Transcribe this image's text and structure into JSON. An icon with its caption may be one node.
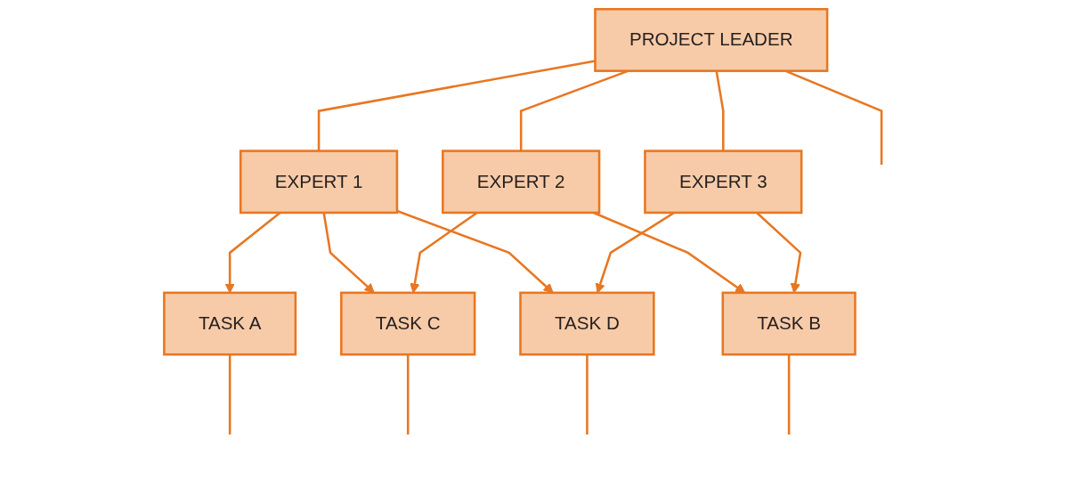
{
  "diagram": {
    "nodes": [
      {
        "text": [
          "PROJECT LEADER"
        ]
      },
      {
        "text": [
          "EXPERT 1"
        ]
      },
      {
        "text": [
          "EXPERT 2"
        ]
      },
      {
        "text": [
          "EXPERT 3"
        ]
      },
      {
        "text": [
          "TASK A"
        ]
      },
      {
        "text": [
          "TASK B"
        ]
      },
      {
        "text": [
          "TASK C"
        ]
      },
      {
        "text": [
          "TASK D"
        ]
      }
    ],
    "edges": [
      {
        "from": 0,
        "to": 1,
        "arrow": "none"
      },
      {
        "from": 0,
        "to": 2,
        "arrow": "none"
      },
      {
        "from": 0,
        "to": 3,
        "arrow": "none"
      },
      {
        "from": 1,
        "to": 4,
        "arrow": "to"
      },
      {
        "from": 1,
        "to": 6,
        "arrow": "to"
      },
      {
        "from": 1,
        "to": 7,
        "arrow": "to"
      },
      {
        "from": 2,
        "to": 5,
        "arrow": "to"
      },
      {
        "from": 2,
        "to": 6,
        "arrow": "to"
      },
      {
        "from": 3,
        "to": 5,
        "arrow": "to"
      },
      {
        "from": 3,
        "to": 7,
        "arrow": "to"
      },
      {
        "from": 0,
        "to": null,
        "arrow": "none"
      },
      {
        "from": 4,
        "to": null,
        "arrow": "none"
      },
      {
        "from": 5,
        "to": null,
        "arrow": "none"
      },
      {
        "from": 6,
        "to": null,
        "arrow": "none"
      },
      {
        "from": 7,
        "to": null,
        "arrow": "none"
      }
    ]
  }
}
